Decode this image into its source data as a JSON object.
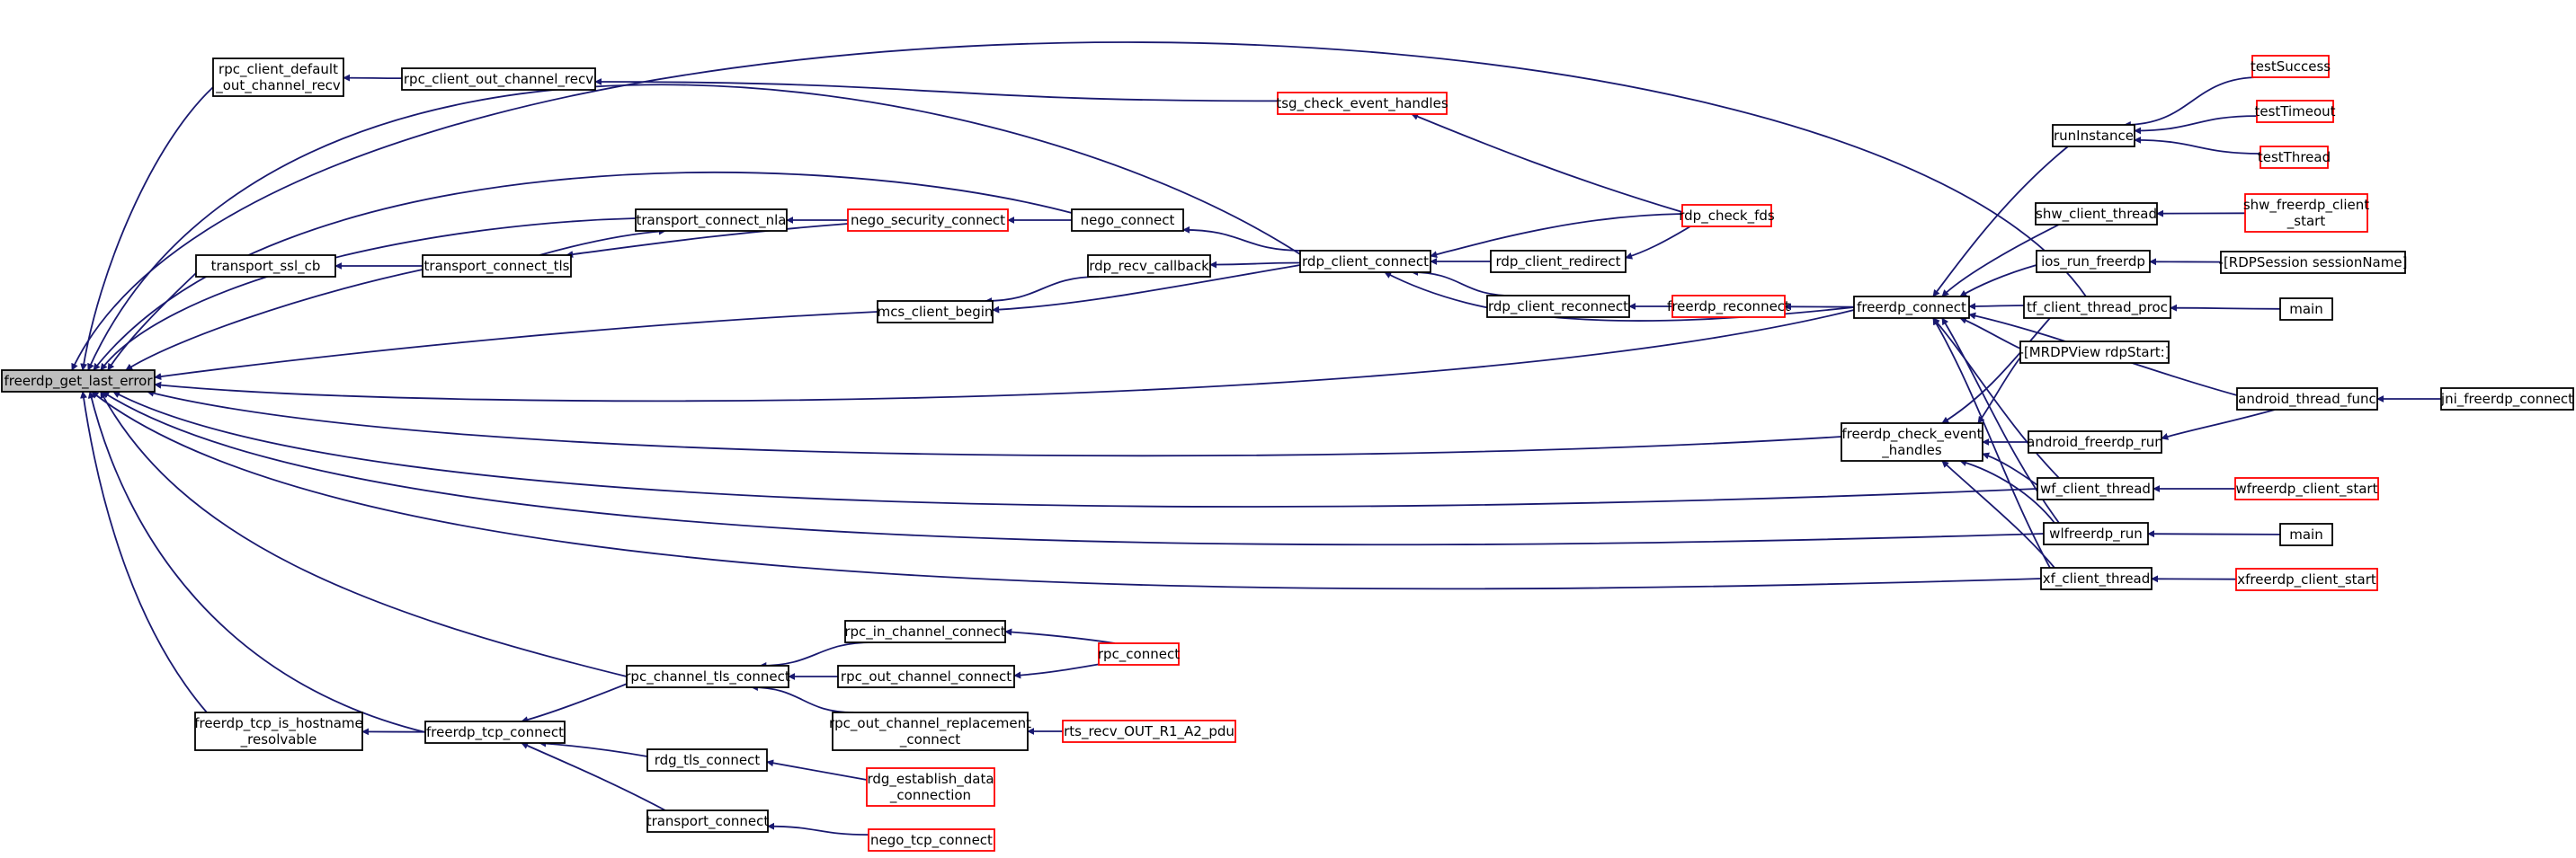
{
  "colors": {
    "edge": "#191970",
    "root_fill": "#bfbfbf",
    "root_stroke": "#000000",
    "normal_stroke": "#000000",
    "truncated_stroke": "#ff0000",
    "node_fill": "#ffffff",
    "text": "#000000"
  },
  "nodes": [
    {
      "id": "root",
      "lines": [
        "freerdp_get_last_error"
      ],
      "kind": "root"
    },
    {
      "id": "rpc_def",
      "lines": [
        "rpc_client_default",
        "_out_channel_recv"
      ],
      "kind": "normal"
    },
    {
      "id": "rpc_out_recv",
      "lines": [
        "rpc_client_out_channel_recv"
      ],
      "kind": "normal"
    },
    {
      "id": "tsg",
      "lines": [
        "tsg_check_event_handles"
      ],
      "kind": "truncated"
    },
    {
      "id": "tc_nla",
      "lines": [
        "transport_connect_nla"
      ],
      "kind": "normal"
    },
    {
      "id": "nego_sec",
      "lines": [
        "nego_security_connect"
      ],
      "kind": "truncated"
    },
    {
      "id": "nego_conn",
      "lines": [
        "nego_connect"
      ],
      "kind": "normal"
    },
    {
      "id": "ssl_cb",
      "lines": [
        "transport_ssl_cb"
      ],
      "kind": "normal"
    },
    {
      "id": "tc_tls",
      "lines": [
        "transport_connect_tls"
      ],
      "kind": "normal"
    },
    {
      "id": "rdp_recv_cb",
      "lines": [
        "rdp_recv_callback"
      ],
      "kind": "normal"
    },
    {
      "id": "rdp_cc",
      "lines": [
        "rdp_client_connect"
      ],
      "kind": "normal"
    },
    {
      "id": "mcs",
      "lines": [
        "mcs_client_begin"
      ],
      "kind": "normal"
    },
    {
      "id": "rdp_fds",
      "lines": [
        "rdp_check_fds"
      ],
      "kind": "truncated"
    },
    {
      "id": "rdp_redir",
      "lines": [
        "rdp_client_redirect"
      ],
      "kind": "normal"
    },
    {
      "id": "rdp_recon",
      "lines": [
        "rdp_client_reconnect"
      ],
      "kind": "normal"
    },
    {
      "id": "fr_recon",
      "lines": [
        "freerdp_reconnect"
      ],
      "kind": "truncated"
    },
    {
      "id": "fr_conn",
      "lines": [
        "freerdp_connect"
      ],
      "kind": "normal"
    },
    {
      "id": "fr_check",
      "lines": [
        "freerdp_check_event",
        "_handles"
      ],
      "kind": "normal"
    },
    {
      "id": "runinst",
      "lines": [
        "runInstance"
      ],
      "kind": "normal"
    },
    {
      "id": "tsuccess",
      "lines": [
        "testSuccess"
      ],
      "kind": "truncated"
    },
    {
      "id": "ttimeout",
      "lines": [
        "testTimeout"
      ],
      "kind": "truncated"
    },
    {
      "id": "tthread",
      "lines": [
        "testThread"
      ],
      "kind": "truncated"
    },
    {
      "id": "shw_thread",
      "lines": [
        "shw_client_thread"
      ],
      "kind": "normal"
    },
    {
      "id": "shw_start",
      "lines": [
        "shw_freerdp_client",
        "_start"
      ],
      "kind": "truncated"
    },
    {
      "id": "ios_run",
      "lines": [
        "ios_run_freerdp"
      ],
      "kind": "normal"
    },
    {
      "id": "rdpsess",
      "lines": [
        "-[RDPSession sessionName]"
      ],
      "kind": "normal"
    },
    {
      "id": "tf_thread",
      "lines": [
        "tf_client_thread_proc"
      ],
      "kind": "normal"
    },
    {
      "id": "main1",
      "lines": [
        "main"
      ],
      "kind": "normal"
    },
    {
      "id": "mrdp",
      "lines": [
        "-[MRDPView rdpStart:]"
      ],
      "kind": "normal"
    },
    {
      "id": "and_thread",
      "lines": [
        "android_thread_func"
      ],
      "kind": "normal"
    },
    {
      "id": "jni",
      "lines": [
        "jni_freerdp_connect"
      ],
      "kind": "normal"
    },
    {
      "id": "and_run",
      "lines": [
        "android_freerdp_run"
      ],
      "kind": "normal"
    },
    {
      "id": "wf_thread",
      "lines": [
        "wf_client_thread"
      ],
      "kind": "normal"
    },
    {
      "id": "wf_start",
      "lines": [
        "wfreerdp_client_start"
      ],
      "kind": "truncated"
    },
    {
      "id": "wlf_run",
      "lines": [
        "wlfreerdp_run"
      ],
      "kind": "normal"
    },
    {
      "id": "main2",
      "lines": [
        "main"
      ],
      "kind": "normal"
    },
    {
      "id": "xf_thread",
      "lines": [
        "xf_client_thread"
      ],
      "kind": "normal"
    },
    {
      "id": "xf_start",
      "lines": [
        "xfreerdp_client_start"
      ],
      "kind": "truncated"
    },
    {
      "id": "rpc_in",
      "lines": [
        "rpc_in_channel_connect"
      ],
      "kind": "normal"
    },
    {
      "id": "rpc_tls",
      "lines": [
        "rpc_channel_tls_connect"
      ],
      "kind": "normal"
    },
    {
      "id": "rpc_out",
      "lines": [
        "rpc_out_channel_connect"
      ],
      "kind": "normal"
    },
    {
      "id": "rpc_connect",
      "lines": [
        "rpc_connect"
      ],
      "kind": "truncated"
    },
    {
      "id": "rpc_repl",
      "lines": [
        "rpc_out_channel_replacement",
        "_connect"
      ],
      "kind": "normal"
    },
    {
      "id": "rts",
      "lines": [
        "rts_recv_OUT_R1_A2_pdu"
      ],
      "kind": "truncated"
    },
    {
      "id": "tcp_resolv",
      "lines": [
        "freerdp_tcp_is_hostname",
        "_resolvable"
      ],
      "kind": "normal"
    },
    {
      "id": "tcp_conn",
      "lines": [
        "freerdp_tcp_connect"
      ],
      "kind": "normal"
    },
    {
      "id": "rdg_tls",
      "lines": [
        "rdg_tls_connect"
      ],
      "kind": "normal"
    },
    {
      "id": "rdg_est",
      "lines": [
        "rdg_establish_data",
        "_connection"
      ],
      "kind": "truncated"
    },
    {
      "id": "tr_conn",
      "lines": [
        "transport_connect"
      ],
      "kind": "normal"
    },
    {
      "id": "nego_tcp",
      "lines": [
        "nego_tcp_connect"
      ],
      "kind": "truncated"
    }
  ],
  "edges": [
    [
      "rpc_def",
      "root"
    ],
    [
      "tc_nla",
      "root"
    ],
    [
      "ssl_cb",
      "root"
    ],
    [
      "tc_tls",
      "root"
    ],
    [
      "mcs",
      "root"
    ],
    [
      "rdp_cc",
      "root"
    ],
    [
      "nego_conn",
      "root"
    ],
    [
      "fr_conn",
      "root"
    ],
    [
      "fr_check",
      "root"
    ],
    [
      "wf_thread",
      "root"
    ],
    [
      "wlf_run",
      "root"
    ],
    [
      "xf_thread",
      "root"
    ],
    [
      "rpc_tls",
      "root"
    ],
    [
      "tcp_resolv",
      "root"
    ],
    [
      "tcp_conn",
      "root"
    ],
    [
      "tf_thread",
      "root"
    ],
    [
      "rpc_out_recv",
      "rpc_def"
    ],
    [
      "tsg",
      "rpc_out_recv"
    ],
    [
      "rdp_fds",
      "tsg"
    ],
    [
      "nego_sec",
      "tc_nla"
    ],
    [
      "tc_tls",
      "tc_nla"
    ],
    [
      "nego_conn",
      "nego_sec"
    ],
    [
      "rdp_cc",
      "nego_conn"
    ],
    [
      "nego_sec",
      "tc_tls"
    ],
    [
      "tc_tls",
      "ssl_cb"
    ],
    [
      "rdp_recv_cb",
      "mcs"
    ],
    [
      "rdp_cc",
      "mcs"
    ],
    [
      "rdp_cc",
      "rdp_recv_cb"
    ],
    [
      "rdp_fds",
      "rdp_cc"
    ],
    [
      "rdp_redir",
      "rdp_cc"
    ],
    [
      "rdp_recon",
      "rdp_cc"
    ],
    [
      "fr_conn",
      "rdp_cc"
    ],
    [
      "rdp_fds",
      "rdp_redir"
    ],
    [
      "fr_recon",
      "rdp_recon"
    ],
    [
      "fr_conn",
      "fr_recon"
    ],
    [
      "runinst",
      "fr_conn"
    ],
    [
      "shw_thread",
      "fr_conn"
    ],
    [
      "ios_run",
      "fr_conn"
    ],
    [
      "tf_thread",
      "fr_conn"
    ],
    [
      "mrdp",
      "fr_conn"
    ],
    [
      "and_thread",
      "fr_conn"
    ],
    [
      "wf_thread",
      "fr_conn"
    ],
    [
      "wlf_run",
      "fr_conn"
    ],
    [
      "xf_thread",
      "fr_conn"
    ],
    [
      "tf_thread",
      "fr_check"
    ],
    [
      "mrdp",
      "fr_check"
    ],
    [
      "and_run",
      "fr_check"
    ],
    [
      "wf_thread",
      "fr_check"
    ],
    [
      "wlf_run",
      "fr_check"
    ],
    [
      "xf_thread",
      "fr_check"
    ],
    [
      "tsuccess",
      "runinst"
    ],
    [
      "ttimeout",
      "runinst"
    ],
    [
      "tthread",
      "runinst"
    ],
    [
      "shw_start",
      "shw_thread"
    ],
    [
      "rdpsess",
      "ios_run"
    ],
    [
      "main1",
      "tf_thread"
    ],
    [
      "jni",
      "and_thread"
    ],
    [
      "and_thread",
      "and_run"
    ],
    [
      "wf_start",
      "wf_thread"
    ],
    [
      "main2",
      "wlf_run"
    ],
    [
      "xf_start",
      "xf_thread"
    ],
    [
      "rpc_in",
      "rpc_tls"
    ],
    [
      "rpc_out",
      "rpc_tls"
    ],
    [
      "rpc_repl",
      "rpc_tls"
    ],
    [
      "rpc_connect",
      "rpc_in"
    ],
    [
      "rpc_connect",
      "rpc_out"
    ],
    [
      "rts",
      "rpc_repl"
    ],
    [
      "rpc_tls",
      "tcp_conn"
    ],
    [
      "tcp_conn",
      "tcp_resolv"
    ],
    [
      "rdg_tls",
      "tcp_conn"
    ],
    [
      "tr_conn",
      "tcp_conn"
    ],
    [
      "rdg_est",
      "rdg_tls"
    ],
    [
      "nego_tcp",
      "tr_conn"
    ]
  ]
}
